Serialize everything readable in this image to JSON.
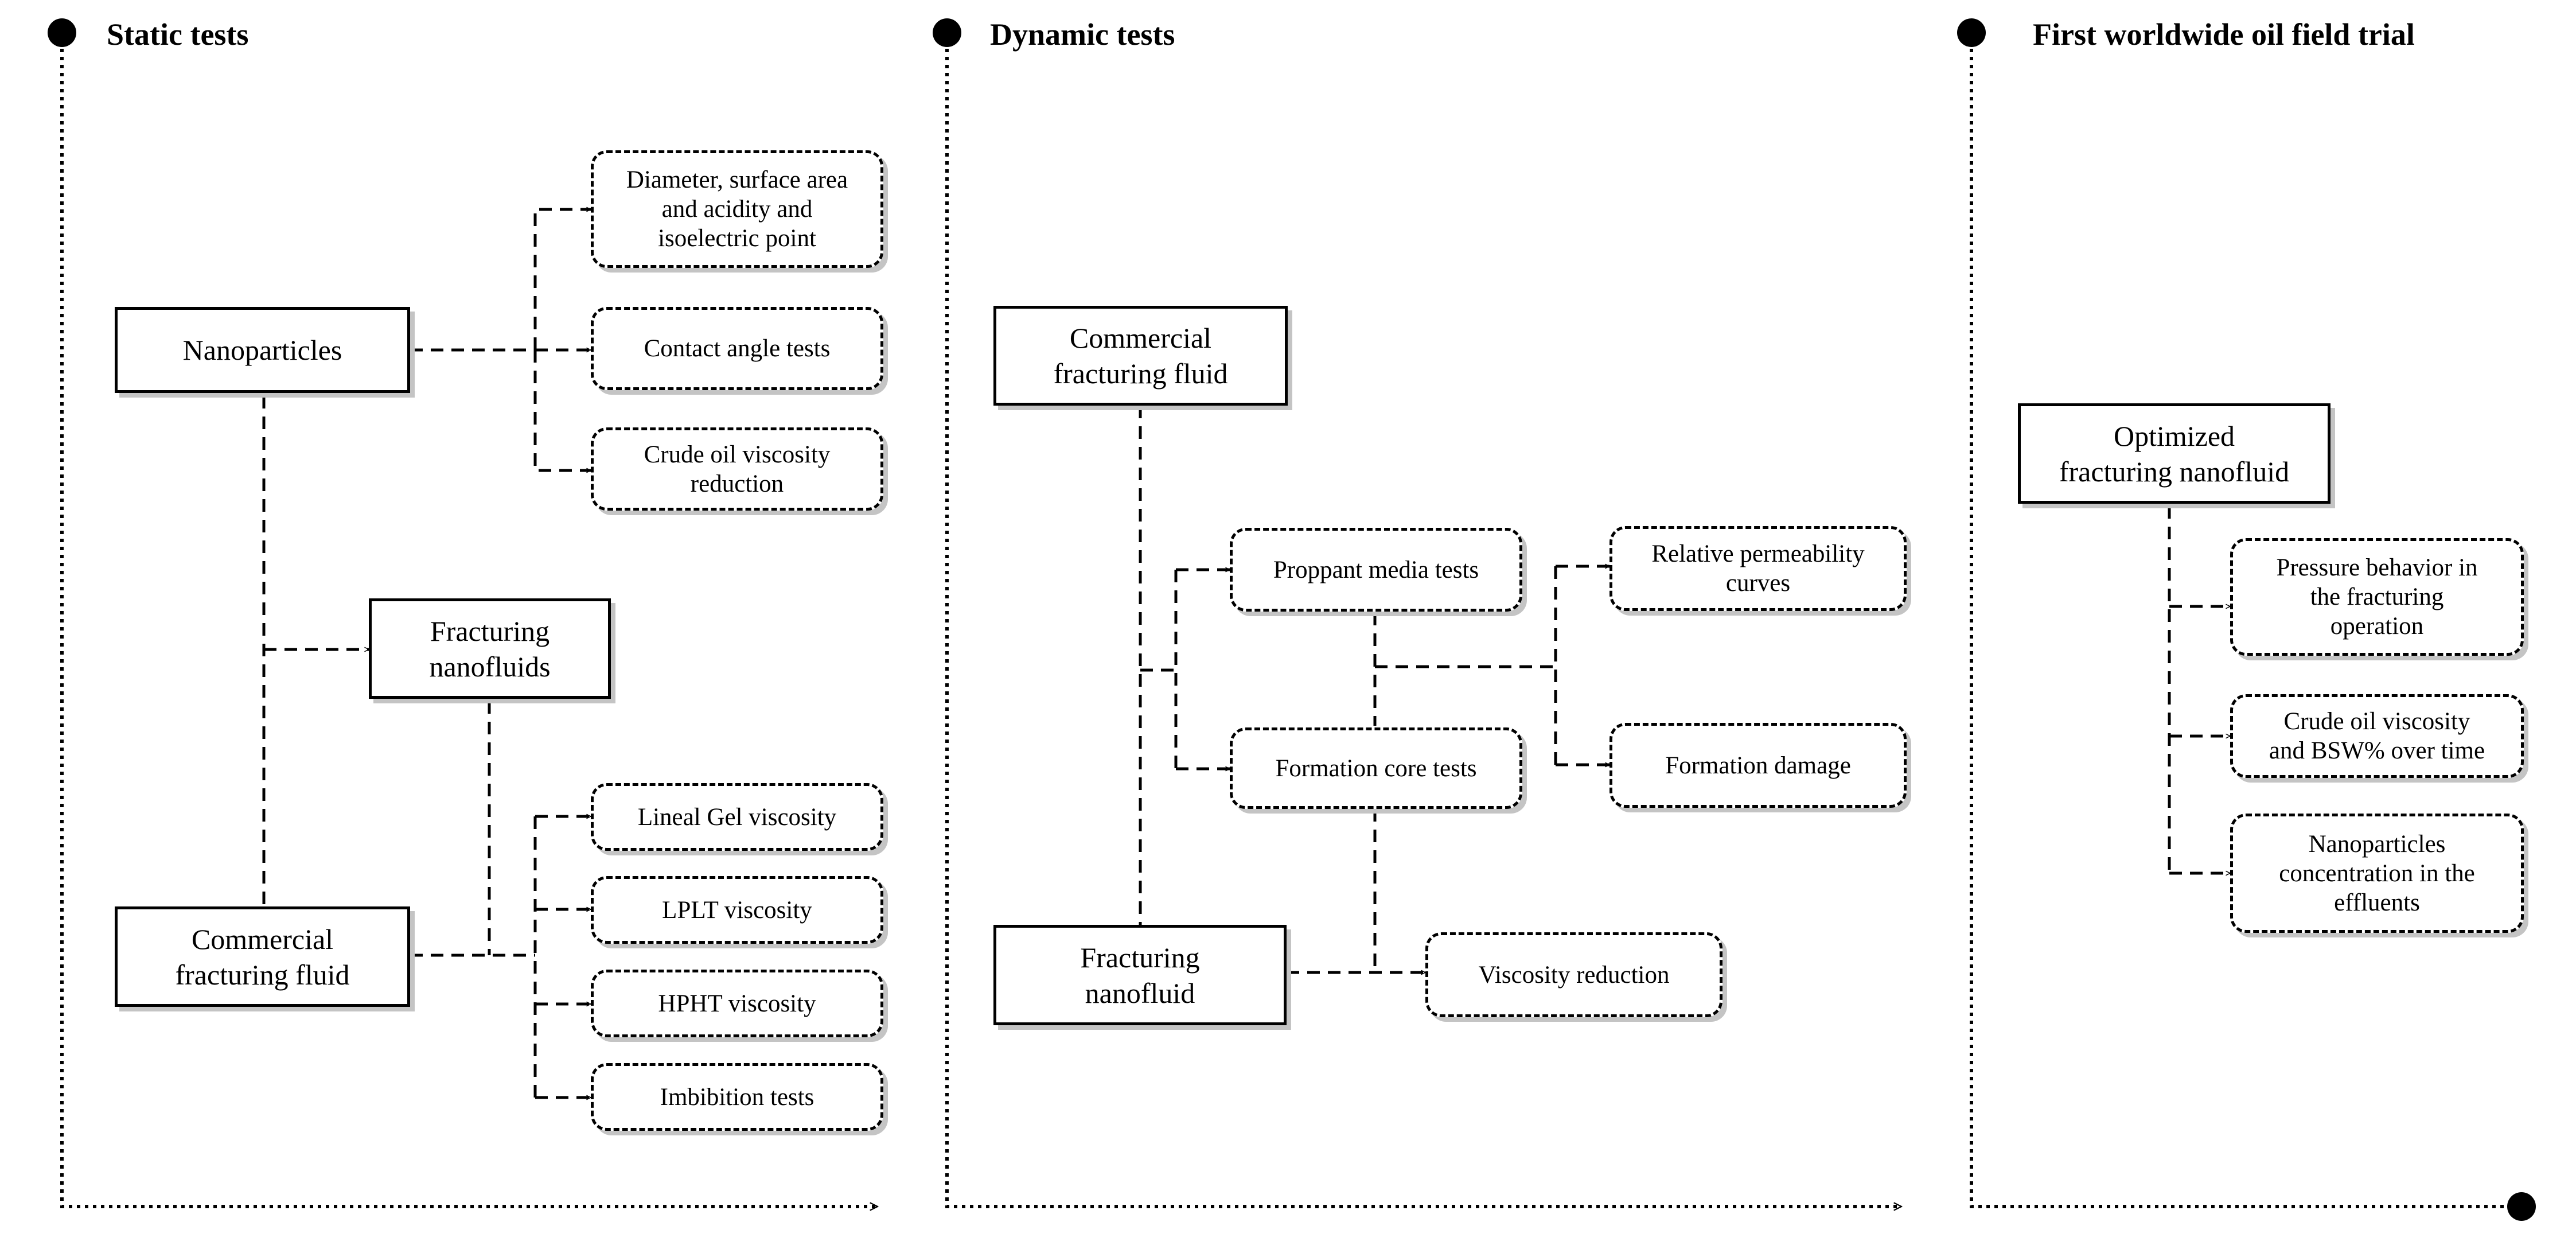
{
  "sections": {
    "static_tests": "Static tests",
    "dynamic_tests": "Dynamic tests",
    "field_trial": "First worldwide oil field trial"
  },
  "static": {
    "nanoparticles": "Nanoparticles",
    "diameter": "Diameter, surface area\nand acidity and\nisoelectric point",
    "contact_angle": "Contact angle tests",
    "crude_viscosity": "Crude oil viscosity\nreduction",
    "fracturing_nanofluids": "Fracturing\nnanofluids",
    "commercial_fluid": "Commercial\nfracturing fluid",
    "lineal_gel": "Lineal Gel viscosity",
    "lplt": "LPLT viscosity",
    "hpht": "HPHT viscosity",
    "imbibition": "Imbibition tests"
  },
  "dynamic": {
    "commercial_fluid": "Commercial\nfracturing fluid",
    "proppant_media": "Proppant media tests",
    "formation_core": "Formation core tests",
    "relative_permeability": "Relative permeability\ncurves",
    "formation_damage": "Formation damage",
    "fracturing_nanofluid": "Fracturing\nnanofluid",
    "viscosity_reduction": "Viscosity reduction"
  },
  "field": {
    "optimized_nanofluid": "Optimized\nfracturing nanofluid",
    "pressure_behavior": "Pressure behavior in\nthe fracturing\noperation",
    "crude_bsw": "Crude oil viscosity\nand BSW% over time",
    "np_concentration": "Nanoparticles\nconcentration in the\neffluents"
  }
}
